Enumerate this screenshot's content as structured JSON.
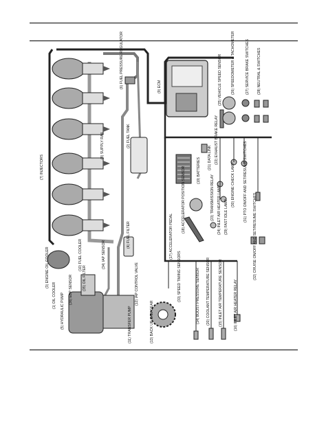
{
  "labels": {
    "injectors": "(7) INJECTORS",
    "fuel_pressure_regulator": "(6) FUEL PRESSURE REGULATOR",
    "supply_rail": "(8) SUPPLY RAIL",
    "fuel_tank": "(2) FUEL TANK",
    "fuel_filter": "(4) FUEL FILTER",
    "ecm": "(9) ECM",
    "vehicle_speed_sensor": "(25) VEHICLE SPEED SENSOR",
    "speedometer_tachometer": "(26) SPEEDOMETER & TACHOMETER",
    "service_brake_switches": "(27) SERVICE BRAKE SWITCHES",
    "neutral_switches": "(28) NEUTRAL & SWITCHES",
    "batteries": "(19) BATTERIES",
    "data_link": "(21) DATA LINK",
    "exhaust_brake_relay": "(22) EXHAUST BRAKE RELAY",
    "transmission_relay": "(23) TRANSMISSION RELAY",
    "inlet_air_heater_lamp": "(24) INLET AIR HEATER LAMP",
    "fast_idle_lamp": "(29) FAST IDLE LAMP",
    "engine_check_lamp": "(30) ENGINE CHECK LAMP",
    "pto_switches": "(31) PTO ON/OFF AND SET/RESUME SWITCHES",
    "accelerator_position_sensor": "(18) ACCELERATOR POSITION SENSOR",
    "accelerator_pedal": "(17) ACCELERATOR PEDAL",
    "cruise_switches": "(32) CRUISE ON/OFF AND SET/RESUME SWITCHES",
    "boost_pressure_sensor": "(14) BOOST PRESSURE SENSOR",
    "coolant_temperature_sensor": "(20) COOLANT TEMPERATURE SENSOR",
    "inlet_air_temperature_sensor": "(15) INLET AIR TEMPERATURE SENSOR",
    "inlet_air_heater_relay": "(16) INLET AIR HEATER RELAY",
    "engine_oil_cooler": "(3) ENGINE OIL COOLER",
    "oil_cooler": "(1) OIL COOLER",
    "hydraulic_pump": "(5) HYDRAULIC PUMP",
    "fuel_cooler": "(10) FUEL COOLER",
    "transfer_pump": "(11) TRANSFER PUMP",
    "control_valve": "(12) IAP CONTROL VALVE",
    "back_up_cam_gear": "(13) BACK UP CAM GEAR",
    "timing_sensors": "(33) SPEED TIMING SENSORS",
    "iap_sensor": "(34) IAP SENSOR",
    "oil_filter": "(35) OIL FILTER",
    "ebp_sensor": "(36) EBP SENSOR"
  }
}
